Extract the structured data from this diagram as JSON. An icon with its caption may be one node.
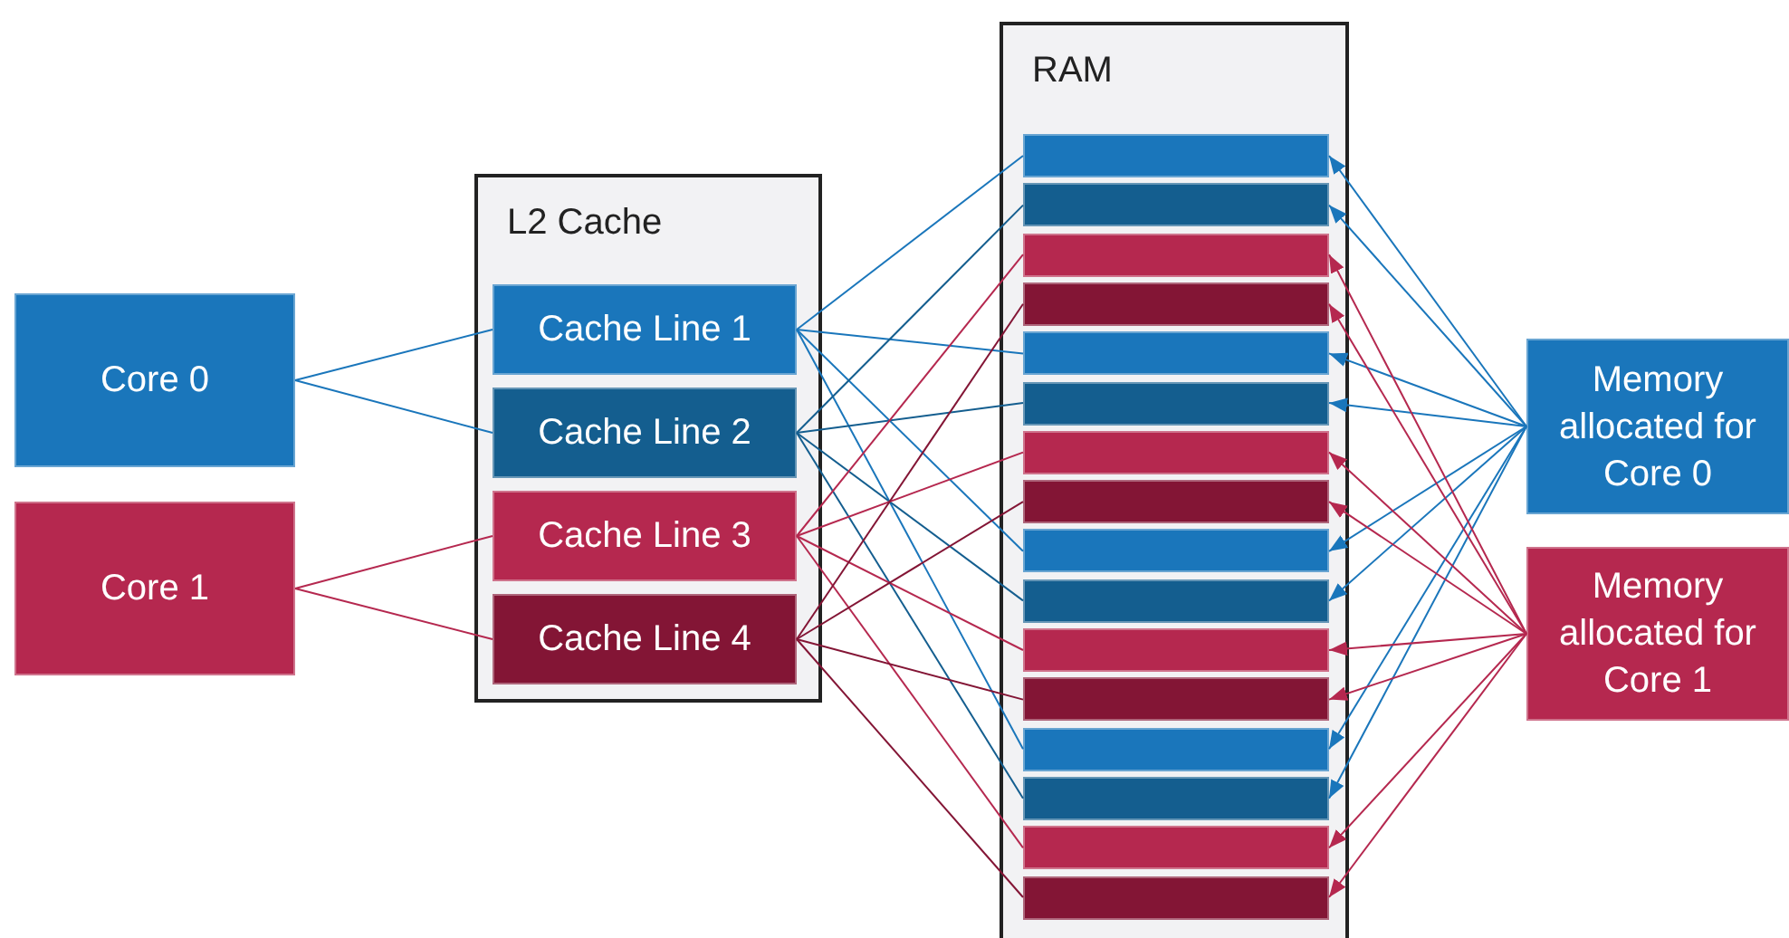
{
  "diagram": {
    "nodes": [
      {
        "text": [
          "Core 0"
        ]
      },
      {
        "text": [
          "Core 1"
        ]
      },
      {
        "text": [
          "L2 Cache"
        ]
      },
      {
        "text": [
          "Cache Line 1"
        ],
        "in": 2
      },
      {
        "text": [
          "Cache Line 2"
        ],
        "in": 2
      },
      {
        "text": [
          "Cache Line 3"
        ],
        "in": 2
      },
      {
        "text": [
          "Cache Line 4"
        ],
        "in": 2
      },
      {
        "text": [
          "RAM"
        ]
      },
      {
        "text": [],
        "shape": "bar",
        "in": 7
      },
      {
        "text": [],
        "shape": "bar",
        "in": 7
      },
      {
        "text": [],
        "shape": "bar",
        "in": 7
      },
      {
        "text": [],
        "shape": "bar",
        "in": 7
      },
      {
        "text": [],
        "shape": "bar",
        "in": 7
      },
      {
        "text": [],
        "shape": "bar",
        "in": 7
      },
      {
        "text": [],
        "shape": "bar",
        "in": 7
      },
      {
        "text": [],
        "shape": "bar",
        "in": 7
      },
      {
        "text": [],
        "shape": "bar",
        "in": 7
      },
      {
        "text": [],
        "shape": "bar",
        "in": 7
      },
      {
        "text": [],
        "shape": "bar",
        "in": 7
      },
      {
        "text": [],
        "shape": "bar",
        "in": 7
      },
      {
        "text": [],
        "shape": "bar",
        "in": 7
      },
      {
        "text": [],
        "shape": "bar",
        "in": 7
      },
      {
        "text": [],
        "shape": "bar",
        "in": 7
      },
      {
        "text": [],
        "shape": "bar",
        "in": 7
      },
      {
        "text": [
          "Memory allocated for Core 0"
        ]
      },
      {
        "text": [
          "Memory allocated for Core 1"
        ]
      }
    ],
    "edges": [
      {
        "from": 0,
        "to": 3,
        "arrow": "none",
        "color": "#1a76bb"
      },
      {
        "from": 0,
        "to": 4,
        "arrow": "none",
        "color": "#1a76bb"
      },
      {
        "from": 1,
        "to": 5,
        "arrow": "none",
        "color": "#b5284f"
      },
      {
        "from": 1,
        "to": 6,
        "arrow": "none",
        "color": "#b5284f"
      },
      {
        "from": 3,
        "to": 8,
        "arrow": "none",
        "color": "#1a76bb"
      },
      {
        "from": 3,
        "to": 12,
        "arrow": "none",
        "color": "#1a76bb"
      },
      {
        "from": 3,
        "to": 16,
        "arrow": "none",
        "color": "#1a76bb"
      },
      {
        "from": 3,
        "to": 20,
        "arrow": "none",
        "color": "#1a76bb"
      },
      {
        "from": 4,
        "to": 9,
        "arrow": "none",
        "color": "#145e8f"
      },
      {
        "from": 4,
        "to": 13,
        "arrow": "none",
        "color": "#145e8f"
      },
      {
        "from": 4,
        "to": 17,
        "arrow": "none",
        "color": "#145e8f"
      },
      {
        "from": 4,
        "to": 21,
        "arrow": "none",
        "color": "#145e8f"
      },
      {
        "from": 5,
        "to": 10,
        "arrow": "none",
        "color": "#b5284f"
      },
      {
        "from": 5,
        "to": 14,
        "arrow": "none",
        "color": "#b5284f"
      },
      {
        "from": 5,
        "to": 18,
        "arrow": "none",
        "color": "#b5284f"
      },
      {
        "from": 5,
        "to": 22,
        "arrow": "none",
        "color": "#b5284f"
      },
      {
        "from": 6,
        "to": 11,
        "arrow": "none",
        "color": "#831535"
      },
      {
        "from": 6,
        "to": 15,
        "arrow": "none",
        "color": "#831535"
      },
      {
        "from": 6,
        "to": 19,
        "arrow": "none",
        "color": "#831535"
      },
      {
        "from": 6,
        "to": 23,
        "arrow": "none",
        "color": "#831535"
      },
      {
        "from": 24,
        "to": 8,
        "arrow": "to",
        "color": "#1a76bb"
      },
      {
        "from": 24,
        "to": 9,
        "arrow": "to",
        "color": "#1a76bb"
      },
      {
        "from": 24,
        "to": 12,
        "arrow": "to",
        "color": "#1a76bb"
      },
      {
        "from": 24,
        "to": 13,
        "arrow": "to",
        "color": "#1a76bb"
      },
      {
        "from": 24,
        "to": 16,
        "arrow": "to",
        "color": "#1a76bb"
      },
      {
        "from": 24,
        "to": 17,
        "arrow": "to",
        "color": "#1a76bb"
      },
      {
        "from": 24,
        "to": 20,
        "arrow": "to",
        "color": "#1a76bb"
      },
      {
        "from": 24,
        "to": 21,
        "arrow": "to",
        "color": "#1a76bb"
      },
      {
        "from": 25,
        "to": 10,
        "arrow": "to",
        "color": "#b5284f"
      },
      {
        "from": 25,
        "to": 11,
        "arrow": "to",
        "color": "#b5284f"
      },
      {
        "from": 25,
        "to": 14,
        "arrow": "to",
        "color": "#b5284f"
      },
      {
        "from": 25,
        "to": 15,
        "arrow": "to",
        "color": "#b5284f"
      },
      {
        "from": 25,
        "to": 18,
        "arrow": "to",
        "color": "#b5284f"
      },
      {
        "from": 25,
        "to": 19,
        "arrow": "to",
        "color": "#b5284f"
      },
      {
        "from": 25,
        "to": 22,
        "arrow": "to",
        "color": "#b5284f"
      },
      {
        "from": 25,
        "to": 23,
        "arrow": "to",
        "color": "#b5284f"
      }
    ]
  }
}
